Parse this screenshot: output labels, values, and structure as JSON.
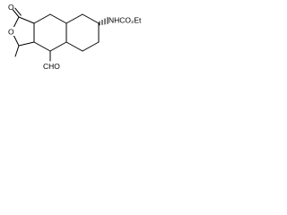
{
  "molecule": {
    "labels": {
      "carbonyl_oxygen": "O",
      "ring_oxygen": "O",
      "carbamate_group": "NHCO₂Et",
      "aldehyde_group": "CHO"
    }
  }
}
